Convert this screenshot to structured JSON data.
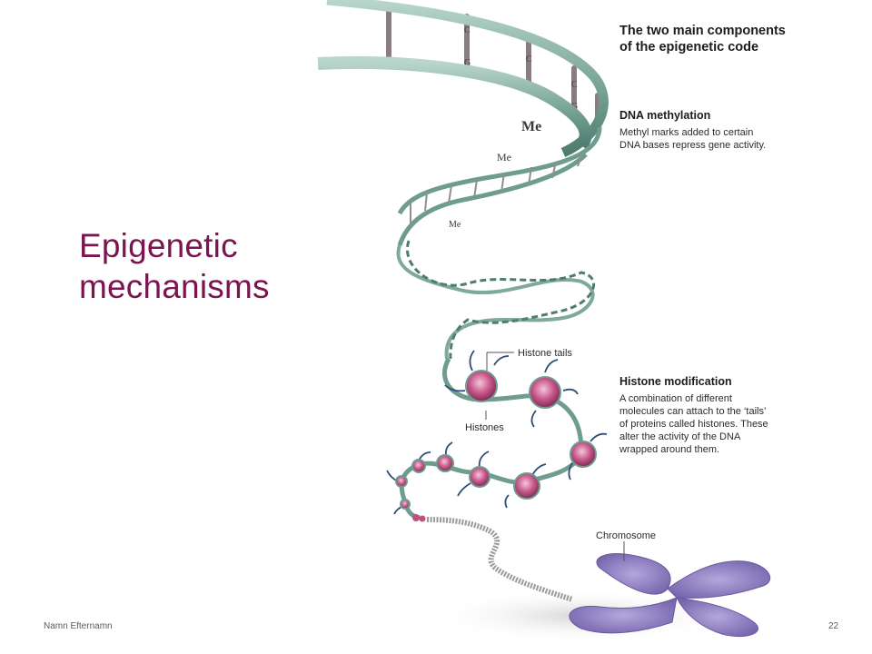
{
  "slide": {
    "title_line1": "Epigenetic",
    "title_line2": "mechanisms",
    "footer_left": "Namn Efternamn",
    "page_number": "22"
  },
  "figure": {
    "heading_line1": "The two main components",
    "heading_line2": "of the epigenetic code",
    "methylation": {
      "heading": "DNA methylation",
      "line1": "Methyl marks added to certain",
      "line2": "DNA bases repress gene activity."
    },
    "histone": {
      "heading": "Histone modification",
      "line1": "A combination of different",
      "line2": "molecules can attach to the ‘tails’",
      "line3": "of proteins called histones. These",
      "line4": "alter the activity of the DNA",
      "line5": "wrapped around them."
    },
    "labels": {
      "me_large": "Me",
      "me_mid": "Me",
      "me_small": "Me",
      "histone_tails": "Histone tails",
      "histones": "Histones",
      "chromosome": "Chromosome"
    },
    "base_letters": [
      "C",
      "G",
      "C",
      "G",
      "C",
      "G"
    ],
    "colors": {
      "title": "#7a1550",
      "backbone": "#6e9c8e",
      "histone": "#c2507e",
      "chromosome": "#8a78b8",
      "chromatin_fiber": "#9a9a9a"
    }
  }
}
